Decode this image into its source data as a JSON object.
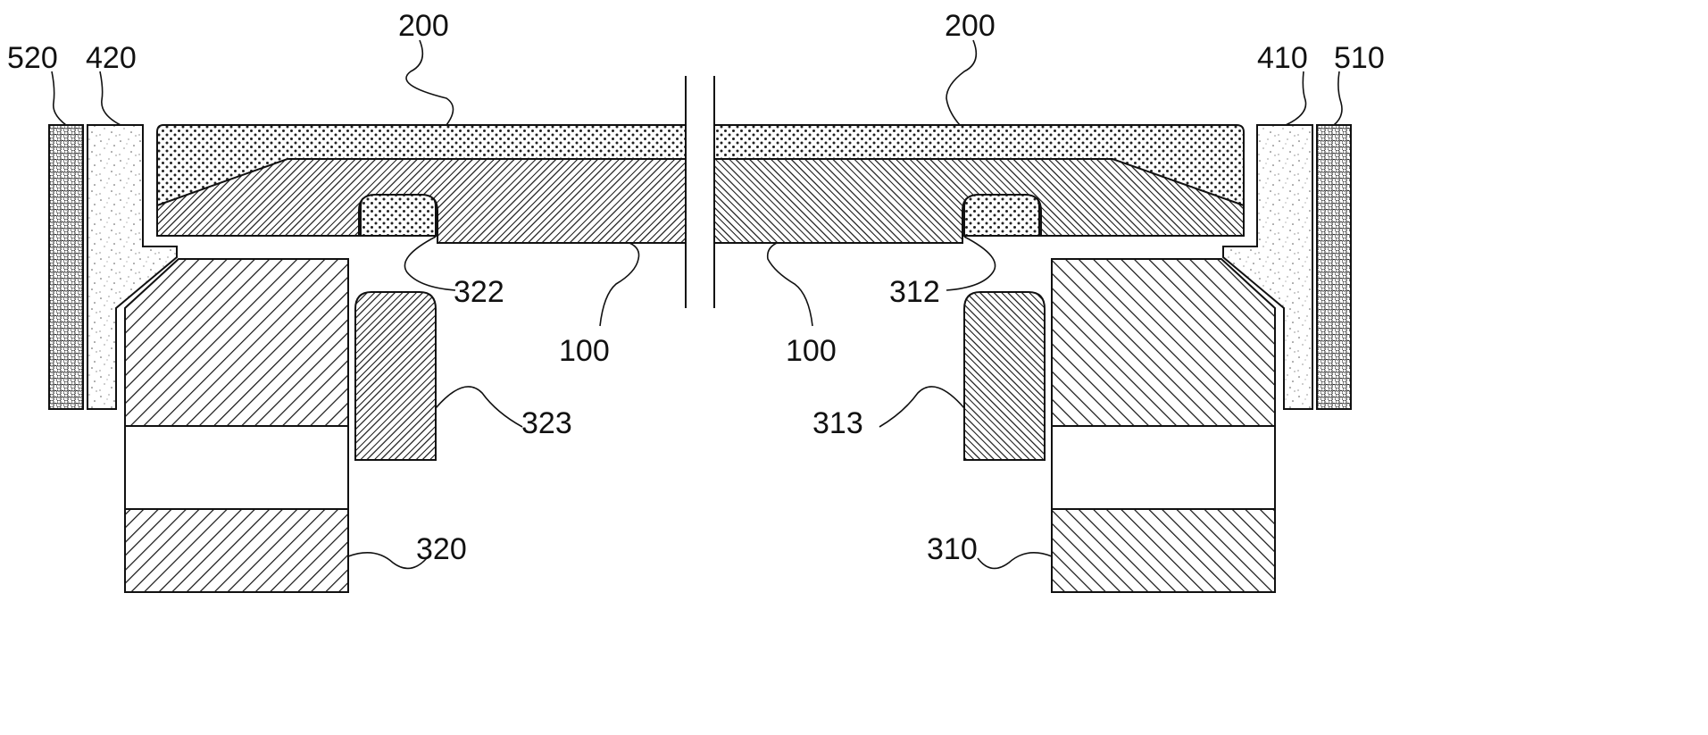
{
  "figure": {
    "labels": {
      "l520": "520",
      "l420": "420",
      "l200_left": "200",
      "l200_right": "200",
      "l410": "410",
      "l510": "510",
      "l322": "322",
      "l312": "312",
      "l100_left": "100",
      "l100_right": "100",
      "l323": "323",
      "l313": "313",
      "l320": "320",
      "l310": "310"
    }
  }
}
